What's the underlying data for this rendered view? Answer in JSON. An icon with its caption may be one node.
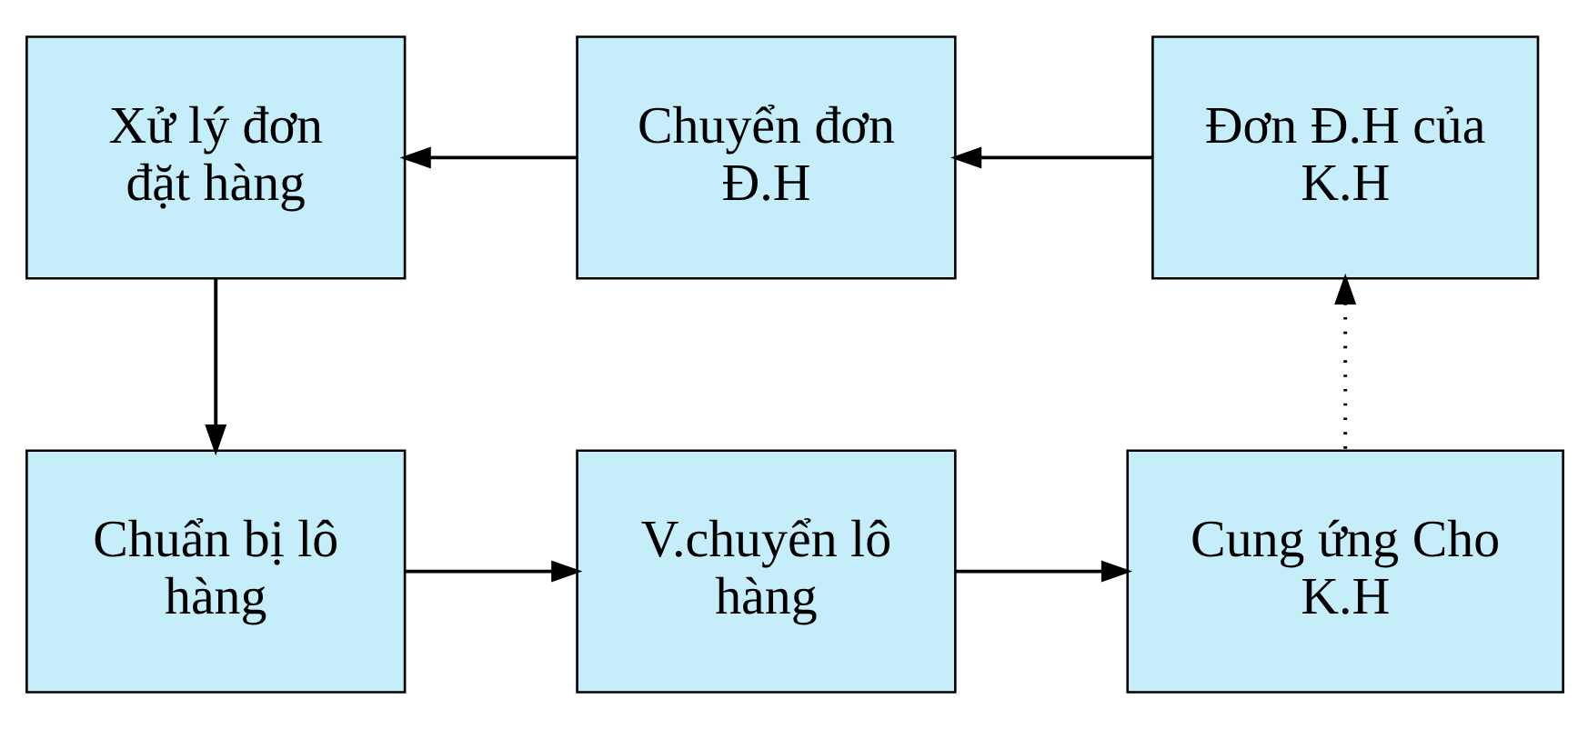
{
  "diagram": {
    "nodes": [
      {
        "text": [
          "Xử lý đơn đặt hàng"
        ]
      },
      {
        "text": [
          "Chuyển đơn Đ.H"
        ]
      },
      {
        "text": [
          "Đơn Đ.H của K.H"
        ]
      },
      {
        "text": [
          "Chuẩn bị lô hàng"
        ]
      },
      {
        "text": [
          "V.chuyển lô hàng"
        ]
      },
      {
        "text": [
          "Cung ứng Cho K.H"
        ]
      }
    ],
    "edges": [
      {
        "from": 2,
        "to": 1,
        "arrow": "to"
      },
      {
        "from": 1,
        "to": 0,
        "arrow": "to"
      },
      {
        "from": 0,
        "to": 3,
        "arrow": "to"
      },
      {
        "from": 3,
        "to": 4,
        "arrow": "to"
      },
      {
        "from": 4,
        "to": 5,
        "arrow": "to"
      },
      {
        "from": 5,
        "to": 2,
        "arrow": "to",
        "style": "dashed"
      }
    ]
  }
}
